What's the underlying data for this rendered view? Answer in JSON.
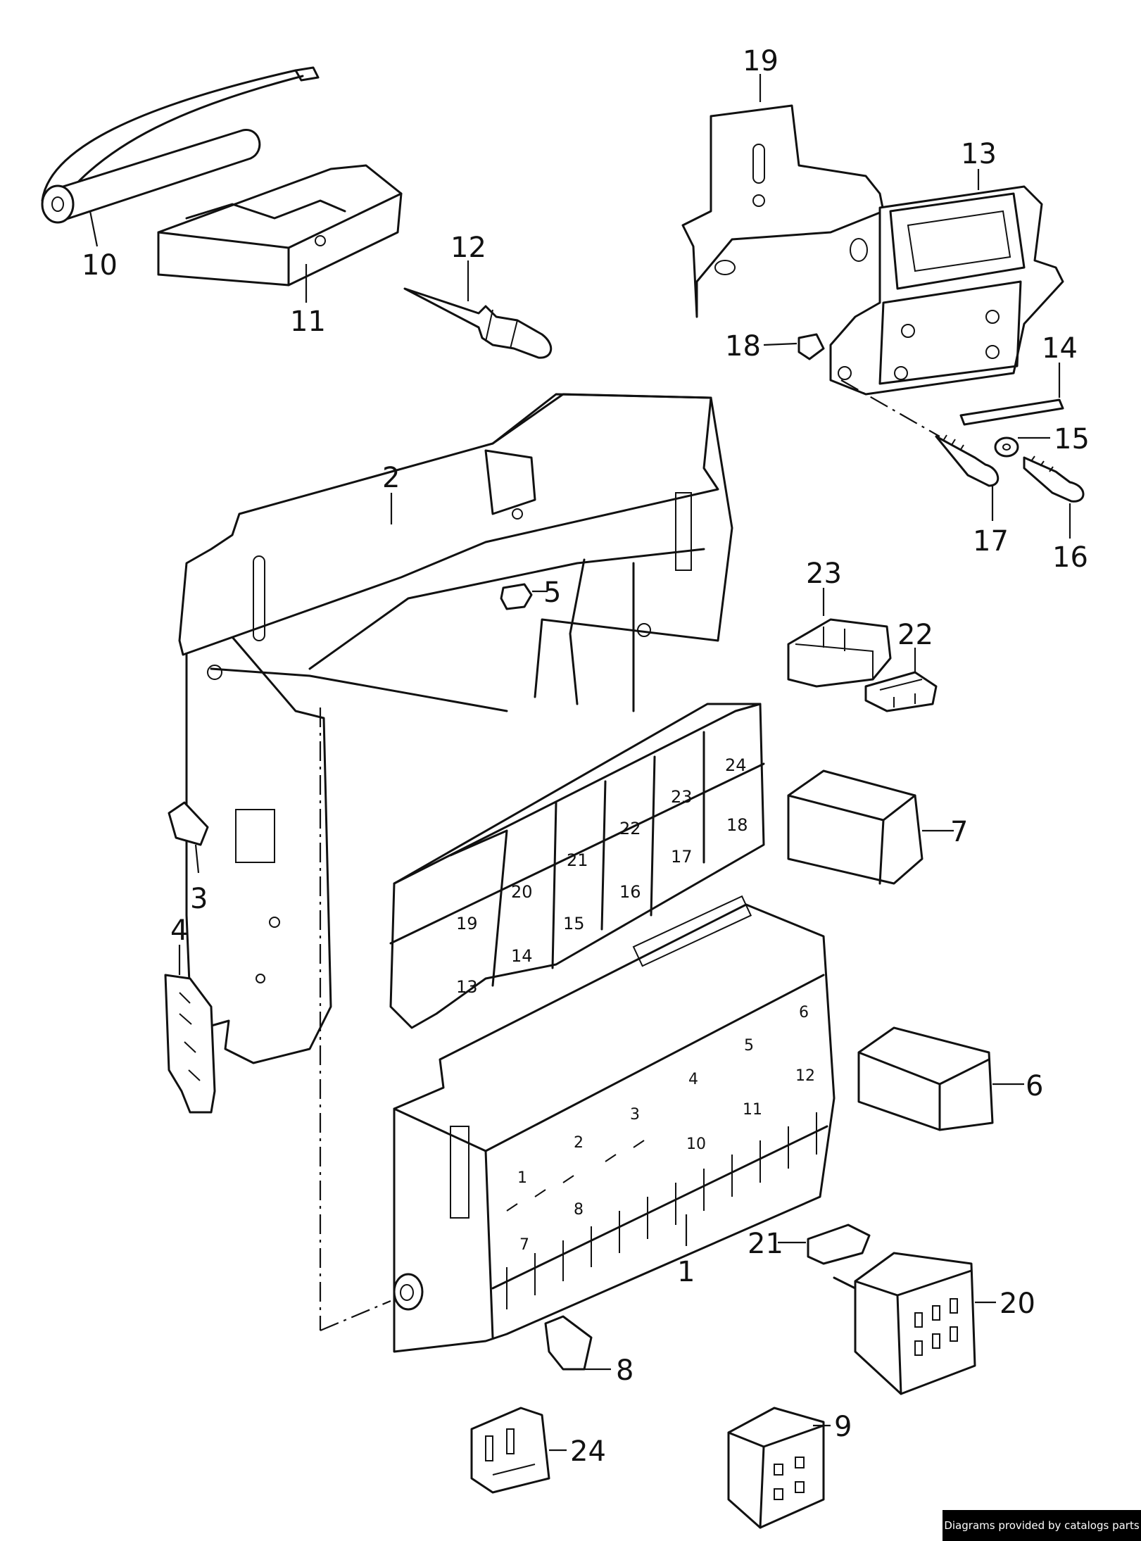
{
  "callouts": [
    {
      "id": "c10",
      "label": "10"
    },
    {
      "id": "c11",
      "label": "11"
    },
    {
      "id": "c12",
      "label": "12"
    },
    {
      "id": "c19",
      "label": "19"
    },
    {
      "id": "c13",
      "label": "13"
    },
    {
      "id": "c18",
      "label": "18"
    },
    {
      "id": "c14",
      "label": "14"
    },
    {
      "id": "c15",
      "label": "15"
    },
    {
      "id": "c17",
      "label": "17"
    },
    {
      "id": "c16",
      "label": "16"
    },
    {
      "id": "c2",
      "label": "2"
    },
    {
      "id": "c5",
      "label": "5"
    },
    {
      "id": "c23",
      "label": "23"
    },
    {
      "id": "c22",
      "label": "22"
    },
    {
      "id": "c7",
      "label": "7"
    },
    {
      "id": "c3",
      "label": "3"
    },
    {
      "id": "c4",
      "label": "4"
    },
    {
      "id": "c6",
      "label": "6"
    },
    {
      "id": "c21",
      "label": "21"
    },
    {
      "id": "c1",
      "label": "1"
    },
    {
      "id": "c20",
      "label": "20"
    },
    {
      "id": "c8",
      "label": "8"
    },
    {
      "id": "c9",
      "label": "9"
    },
    {
      "id": "c24",
      "label": "24"
    }
  ],
  "relay_positions": [
    "13",
    "14",
    "15",
    "16",
    "17",
    "18",
    "19",
    "20",
    "21",
    "22",
    "23",
    "24"
  ],
  "fuse_positions": [
    "1",
    "2",
    "3",
    "4",
    "5",
    "6",
    "7",
    "8",
    "10",
    "11",
    "12"
  ],
  "credit": "Diagrams provided by catalogs parts"
}
